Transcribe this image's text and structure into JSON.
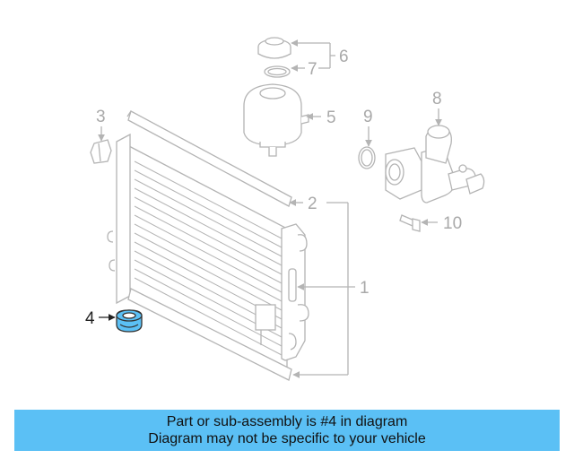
{
  "diagram": {
    "callouts": [
      "1",
      "2",
      "3",
      "4",
      "5",
      "6",
      "7",
      "8",
      "9",
      "10"
    ],
    "highlighted_part": "4",
    "colors": {
      "line": "#b4b4b4",
      "highlight_fill": "#5bc0f5",
      "highlight_stroke": "#333333",
      "banner": "#5bc0f5"
    }
  },
  "banner": {
    "line1": "Part or sub-assembly is #4 in diagram",
    "line2": "Diagram may not be specific to your vehicle"
  }
}
